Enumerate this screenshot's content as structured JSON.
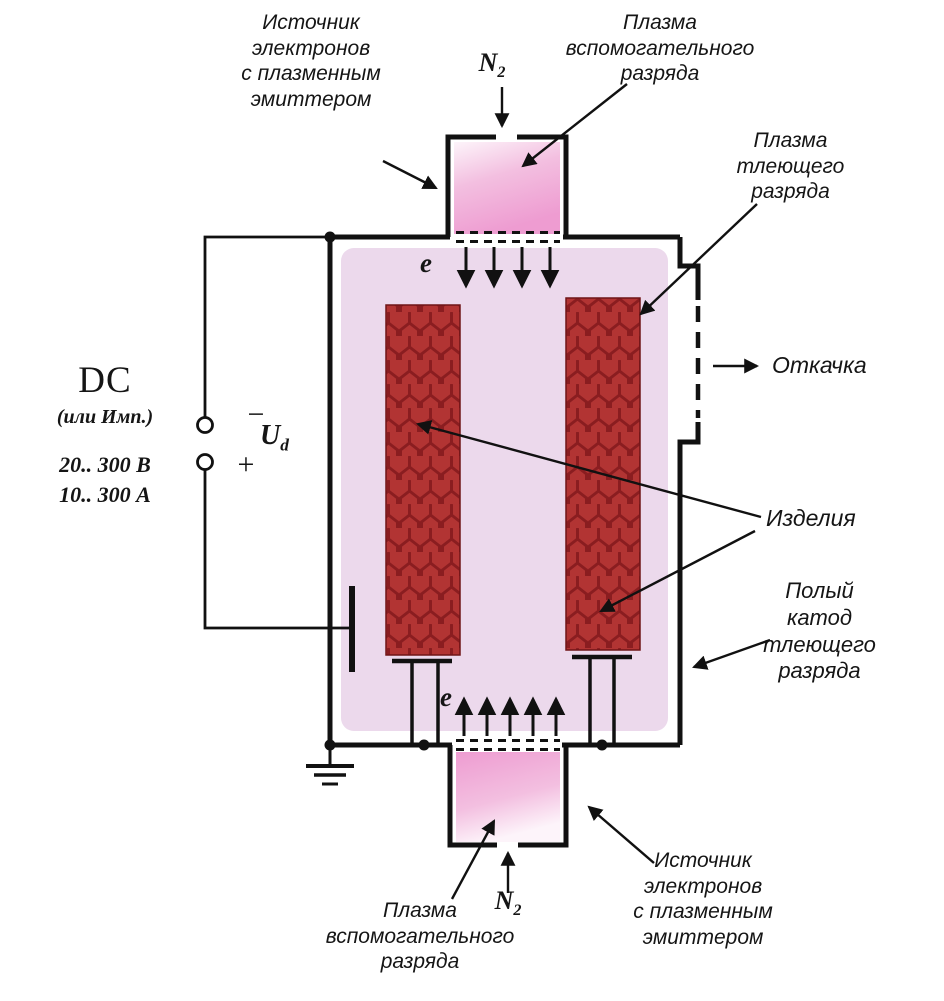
{
  "colors": {
    "ink": "#111111",
    "chamber_fill": "#ecd9ec",
    "plasma_light": "#fdf4fa",
    "plasma_mid": "#f3bfe0",
    "plasma_dark": "#ee9cd1",
    "workpiece_fill": "#b23433",
    "workpiece_line": "#8a1d20"
  },
  "source": {
    "dc": "DC",
    "mode": "(или Имп.)",
    "voltage": "20.. 300 В",
    "current": "10.. 300 А",
    "minus": "−",
    "plus": "+",
    "u": "U",
    "u_sub": "d"
  },
  "labels": {
    "electron_source_top": "Источник\nэлектронов\nс плазменным\nэмиттером",
    "aux_plasma_top": "Плазма\nвспомогательного\nразряда",
    "glow_plasma": "Плазма\nтлеющего\nразряда",
    "pumping": "Откачка",
    "products": "Изделия",
    "hollow_cathode": "Полый\nкатод\nтлеющего\nразряда",
    "electron_source_bottom": "Источник\nэлектронов\nс плазменным\nэмиттером",
    "aux_plasma_bottom": "Плазма\nвспомогательного\nразряда",
    "n2": "N",
    "n2_sub": "2",
    "electron": "e"
  }
}
